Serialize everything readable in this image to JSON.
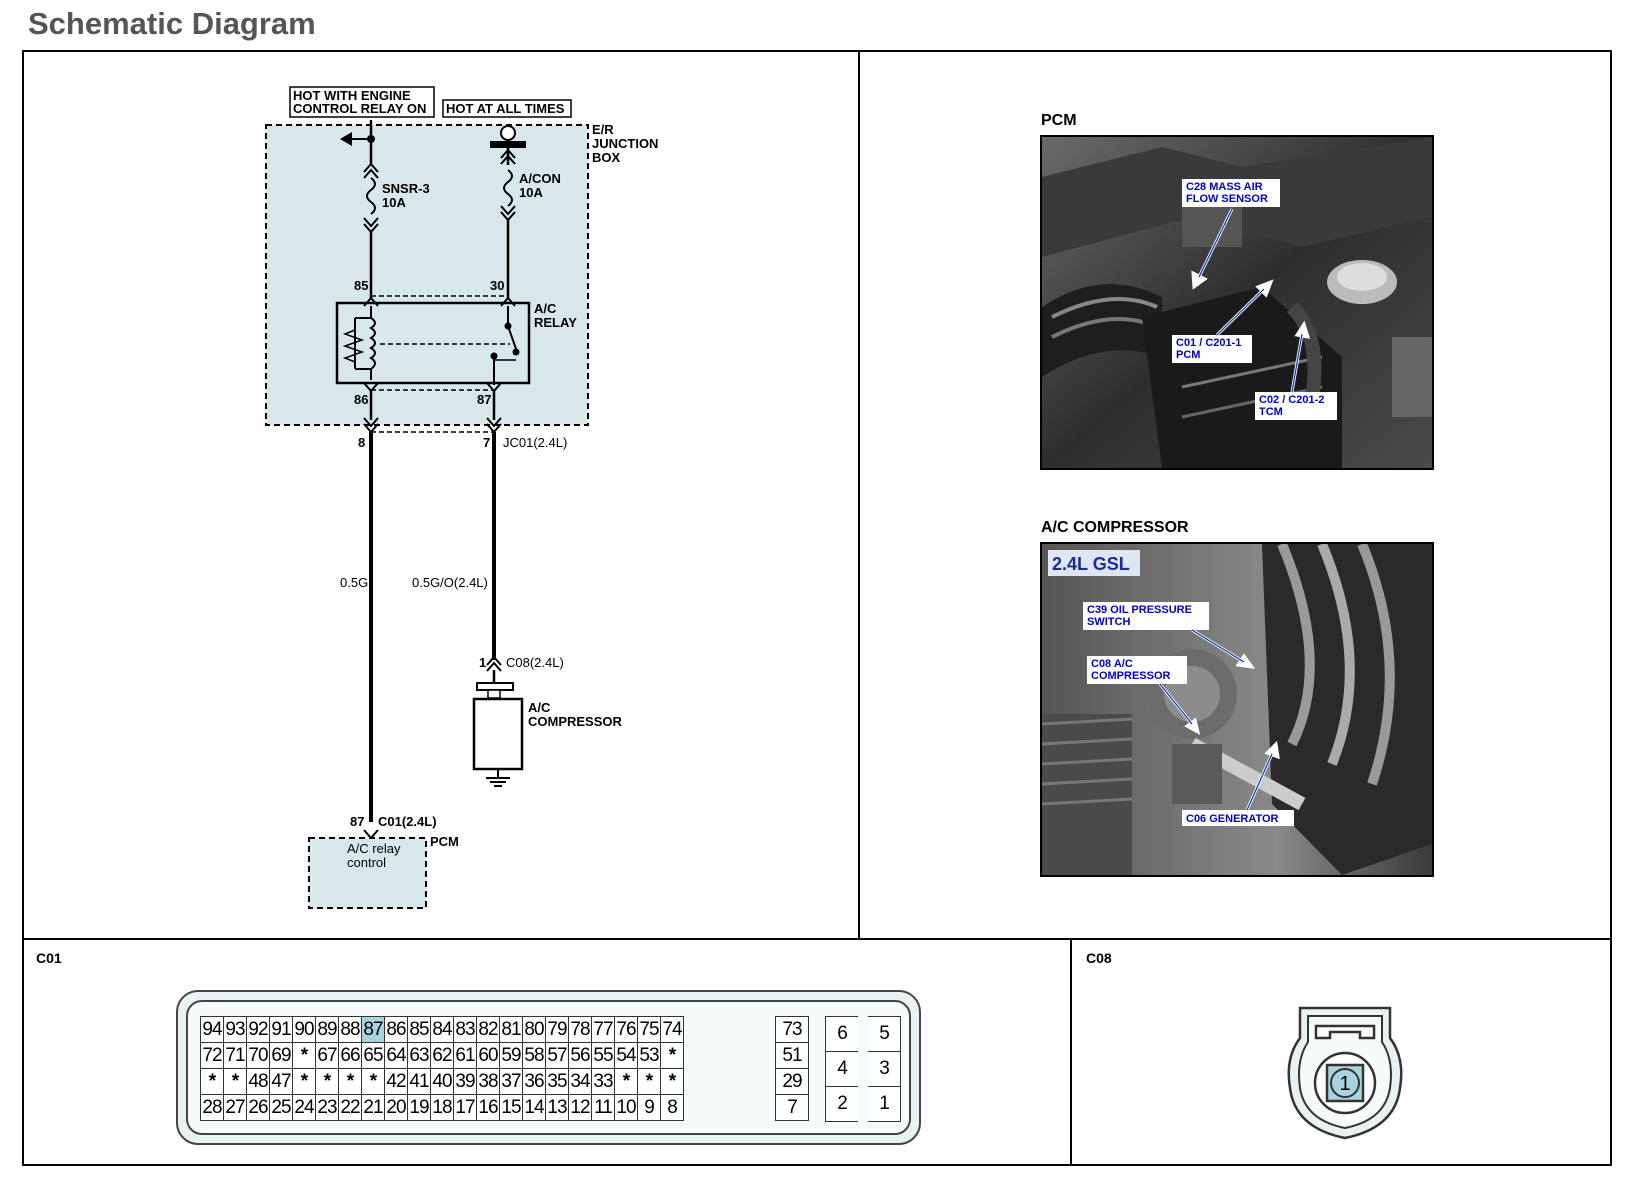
{
  "page_title": "Schematic Diagram",
  "schematic": {
    "power_label_1": [
      "HOT WITH ENGINE",
      "CONTROL RELAY ON"
    ],
    "power_label_2": "HOT AT ALL TIMES",
    "junction_box": [
      "E/R",
      "JUNCTION",
      "BOX"
    ],
    "fuse_1": [
      "SNSR-3",
      "10A"
    ],
    "fuse_2": [
      "A/CON",
      "10A"
    ],
    "relay_pin_85": "85",
    "relay_pin_30": "30",
    "relay_pin_86": "86",
    "relay_pin_87": "87",
    "relay_label": [
      "A/C",
      "RELAY"
    ],
    "jc_pin_8": "8",
    "jc_pin_7": "7",
    "jc_label": "JC01(2.4L)",
    "wire_left": "0.5G",
    "wire_right": "0.5G/O(2.4L)",
    "c08_pin": "1",
    "c08_label": "C08(2.4L)",
    "compressor_label": [
      "A/C",
      "COMPRESSOR"
    ],
    "pcm_pin": "87",
    "pcm_conn": "C01(2.4L)",
    "pcm_box": [
      "A/C relay",
      "control"
    ],
    "pcm_label": "PCM"
  },
  "photos": {
    "pcm": {
      "title": "PCM",
      "callouts": [
        [
          "C28 MASS AIR",
          "FLOW SENSOR"
        ],
        [
          "C01 / C201-1",
          "PCM"
        ],
        [
          "C02 / C201-2",
          "TCM"
        ]
      ]
    },
    "compressor": {
      "title": "A/C COMPRESSOR",
      "badge": "2.4L GSL",
      "callouts": [
        [
          "C39 OIL PRESSURE",
          "SWITCH"
        ],
        [
          "C08 A/C",
          "COMPRESSOR"
        ],
        [
          "C06 GENERATOR"
        ]
      ]
    }
  },
  "connectors": {
    "c01": {
      "label": "C01",
      "rows": [
        [
          "94",
          "93",
          "92",
          "91",
          "90",
          "89",
          "88",
          "87",
          "86",
          "85",
          "84",
          "83",
          "82",
          "81",
          "80",
          "79",
          "78",
          "77",
          "76",
          "75",
          "74"
        ],
        [
          "72",
          "71",
          "70",
          "69",
          "*",
          "67",
          "66",
          "65",
          "64",
          "63",
          "62",
          "61",
          "60",
          "59",
          "58",
          "57",
          "56",
          "55",
          "54",
          "53",
          "*"
        ],
        [
          "*",
          "*",
          "48",
          "47",
          "*",
          "*",
          "*",
          "*",
          "42",
          "41",
          "40",
          "39",
          "38",
          "37",
          "36",
          "35",
          "34",
          "33",
          "*",
          "*",
          "*"
        ],
        [
          "28",
          "27",
          "26",
          "25",
          "24",
          "23",
          "22",
          "21",
          "20",
          "19",
          "18",
          "17",
          "16",
          "15",
          "14",
          "13",
          "12",
          "11",
          "10",
          "9",
          "8"
        ]
      ],
      "col_a": [
        "73",
        "51",
        "29",
        "7"
      ],
      "col_b": [
        [
          "6",
          "5"
        ],
        [
          "4",
          "3"
        ],
        [
          "2",
          "1"
        ]
      ],
      "highlight": "87"
    },
    "c08": {
      "label": "C08",
      "pin": "1"
    }
  }
}
